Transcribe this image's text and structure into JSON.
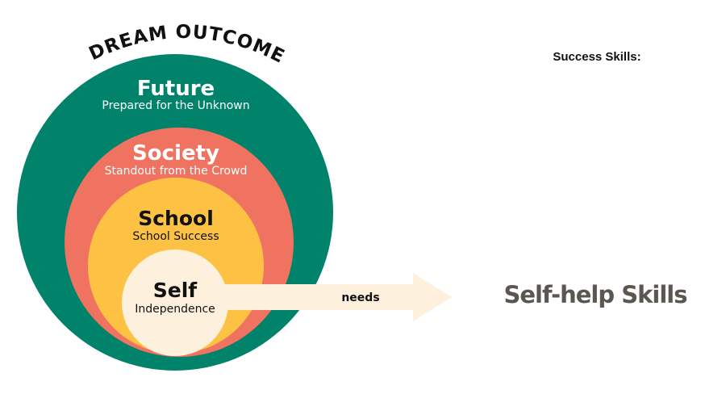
{
  "arc_title": "DREAM OUTCOME",
  "levels": [
    {
      "title": "Future",
      "subtitle": "Prepared for the Unknown",
      "color": "#00836a",
      "text_color": "#ffffff"
    },
    {
      "title": "Society",
      "subtitle": "Standout from the Crowd",
      "color": "#f07260",
      "text_color": "#ffffff"
    },
    {
      "title": "School",
      "subtitle": "School Success",
      "color": "#fdc144",
      "text_color": "#111111"
    },
    {
      "title": "Self",
      "subtitle": "Independence",
      "color": "#fdf1dd",
      "text_color": "#111111"
    }
  ],
  "arrow": {
    "label": "needs",
    "color": "#fdf1dd"
  },
  "side": {
    "heading": "Success Skills:",
    "skill": "Self-help Skills"
  }
}
